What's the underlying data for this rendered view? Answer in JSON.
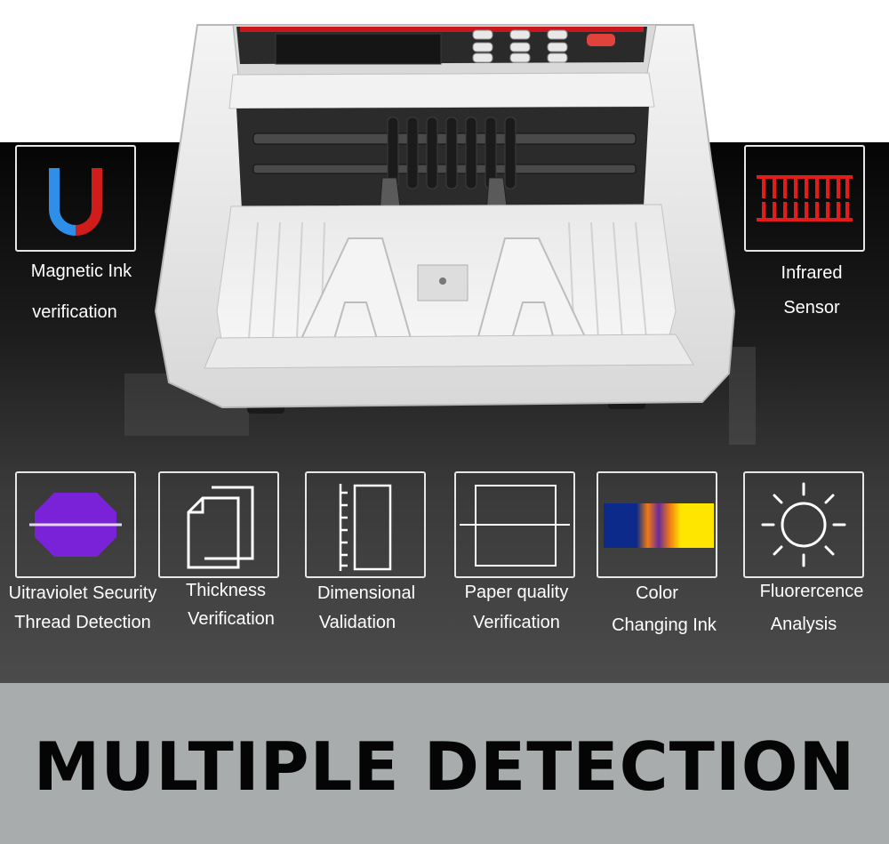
{
  "headline": "MULTIPLE DETECTION",
  "features_top": [
    {
      "icon": "magnet-icon",
      "line1": "Magnetic Ink",
      "line2": "verification"
    },
    {
      "icon": "infrared-sensor-icon",
      "line1": "Infrared",
      "line2": "Sensor"
    }
  ],
  "features_bottom": [
    {
      "icon": "uv-thread-icon",
      "line1": "Uitraviolet  Security",
      "line2": "Thread  Detection"
    },
    {
      "icon": "stacked-pages-icon",
      "line1": "Thickness",
      "line2": "Verification"
    },
    {
      "icon": "ruler-icon",
      "line1": "Dimensional",
      "line2": "Validation"
    },
    {
      "icon": "paper-sheet-icon",
      "line1": "Paper quality",
      "line2": "Verification"
    },
    {
      "icon": "color-stripes-icon",
      "line1": "Color",
      "line2": "Changing Ink"
    },
    {
      "icon": "sun-icon",
      "line1": "Fluorercence",
      "line2": "Analysis"
    }
  ],
  "colors": {
    "magnet_blue": "#2f8ee8",
    "magnet_red": "#d11c1c",
    "infrared_red": "#e21b1b",
    "uv_purple": "#7a22d8",
    "stripe_blue": "#0c2a8a",
    "stripe_orange": "#f07a12",
    "stripe_yellow": "#ffe600"
  }
}
